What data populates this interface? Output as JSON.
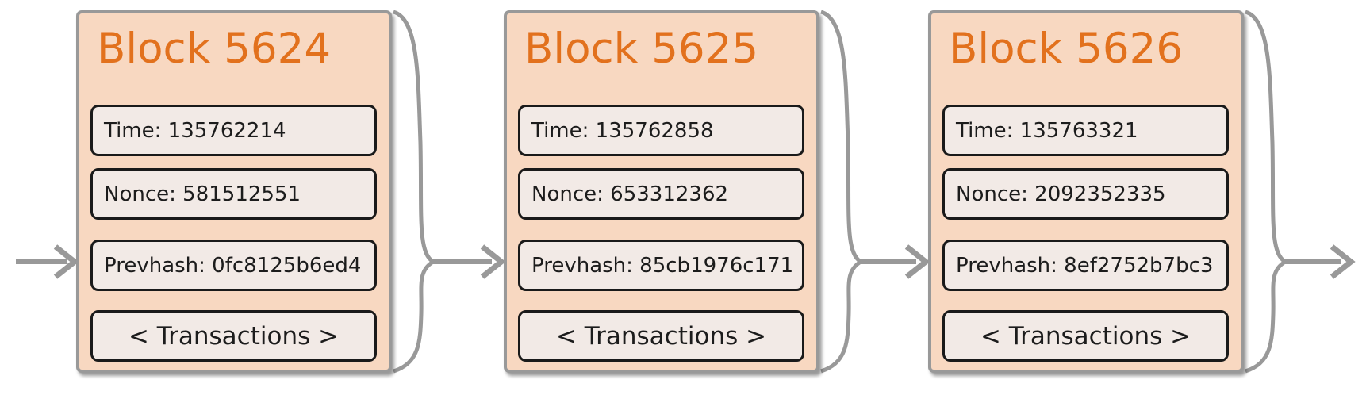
{
  "blocks": [
    {
      "title": "Block 5624",
      "fields": [
        "Time: 135762214",
        "Nonce: 581512551",
        "Prevhash: 0fc8125b6ed4"
      ],
      "transactions_label": "< Transactions >"
    },
    {
      "title": "Block 5625",
      "fields": [
        "Time: 135762858",
        "Nonce: 653312362",
        "Prevhash: 85cb1976c171"
      ],
      "transactions_label": "< Transactions >"
    },
    {
      "title": "Block 5626",
      "fields": [
        "Time: 135763321",
        "Nonce: 2092352335",
        "Prevhash: 8ef2752b7bc3"
      ],
      "transactions_label": "< Transactions >"
    }
  ],
  "colors": {
    "background": "#ffffff",
    "block_fill": "#f8d8c1",
    "block_border": "#999999",
    "title_color": "#e2711d",
    "field_fill": "#f2eae6",
    "field_border": "#1a1a1a",
    "field_text": "#1c1c1c",
    "connector": "#999999"
  }
}
